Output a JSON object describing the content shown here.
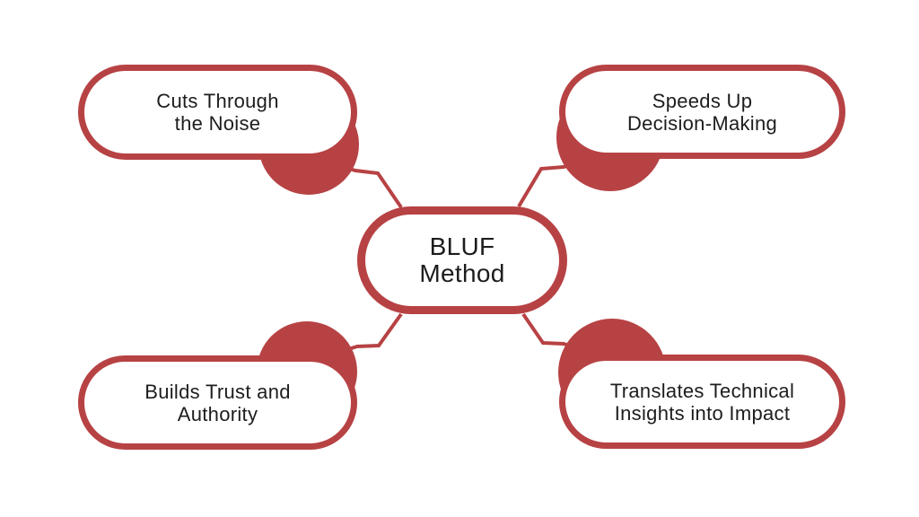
{
  "diagram": {
    "title": "BLUF Method",
    "colors": {
      "accent": "#B74244",
      "text": "#1D1D1D",
      "background": "#FFFFFF"
    },
    "center": {
      "lines": [
        "BLUF",
        "Method"
      ]
    },
    "nodes": [
      {
        "id": "top-left",
        "lines": [
          "Cuts Through",
          "the Noise"
        ]
      },
      {
        "id": "top-right",
        "lines": [
          "Speeds Up",
          "Decision-Making"
        ]
      },
      {
        "id": "bottom-left",
        "lines": [
          "Builds Trust and",
          "Authority"
        ]
      },
      {
        "id": "bottom-right",
        "lines": [
          "Translates Technical",
          "Insights into Impact"
        ]
      }
    ]
  }
}
